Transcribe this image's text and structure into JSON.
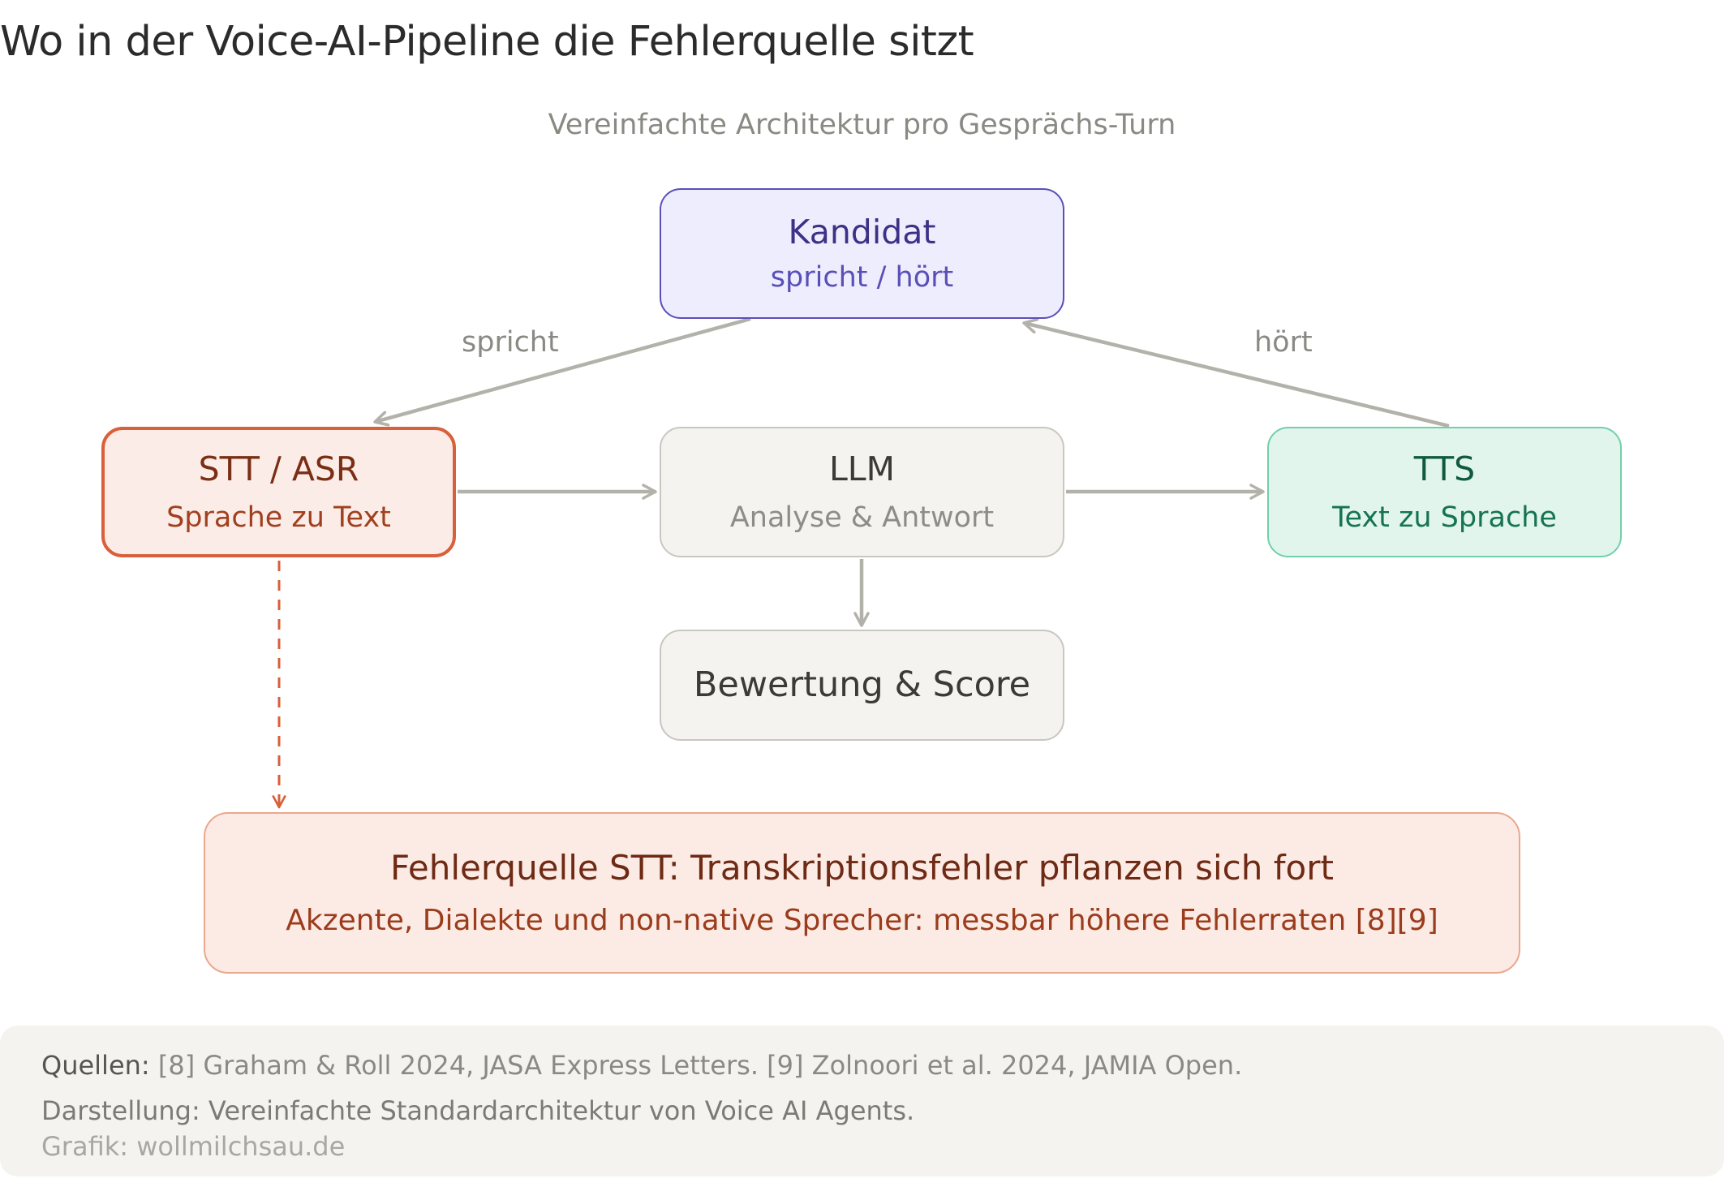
{
  "title": "Wo in der Voice-AI-Pipeline die Fehlerquelle sitzt",
  "subtitle": "Vereinfachte Architektur pro Gesprächs-Turn",
  "nodes": {
    "kandidat": {
      "main": "Kandidat",
      "sub": "spricht / hört"
    },
    "stt": {
      "main": "STT / ASR",
      "sub": "Sprache zu Text"
    },
    "llm": {
      "main": "LLM",
      "sub": "Analyse & Antwort"
    },
    "tts": {
      "main": "TTS",
      "sub": "Text zu Sprache"
    },
    "score": {
      "main": "Bewertung & Score"
    },
    "error": {
      "main": "Fehlerquelle STT: Transkriptionsfehler pflanzen sich fort",
      "sub": "Akzente, Dialekte und non-native Sprecher: messbar höhere Fehlerraten [8][9]"
    }
  },
  "edges": [
    {
      "from": "kandidat",
      "to": "stt",
      "label": "spricht",
      "style": "solid"
    },
    {
      "from": "stt",
      "to": "llm",
      "label": "",
      "style": "solid"
    },
    {
      "from": "llm",
      "to": "tts",
      "label": "",
      "style": "solid"
    },
    {
      "from": "tts",
      "to": "kandidat",
      "label": "hört",
      "style": "solid"
    },
    {
      "from": "llm",
      "to": "score",
      "label": "",
      "style": "solid"
    },
    {
      "from": "stt",
      "to": "error",
      "label": "",
      "style": "dashed"
    }
  ],
  "edge_labels": {
    "spricht": "spricht",
    "hoert": "hört"
  },
  "footer": {
    "sources_lead": "Quellen:",
    "sources_text": " [8] Graham & Roll 2024, JASA Express Letters. [9] Zolnoori et al. 2024, JAMIA Open.",
    "note": "Darstellung: Vereinfachte Standardarchitektur von Voice AI Agents.",
    "credit": "Grafik: wollmilchsau.de"
  },
  "colors": {
    "edge": "#b3b2aa",
    "error_edge": "#d8603a",
    "kandidat_border": "#5a4fb8",
    "stt_border": "#d8603a",
    "tts_border": "#71cfaa"
  }
}
